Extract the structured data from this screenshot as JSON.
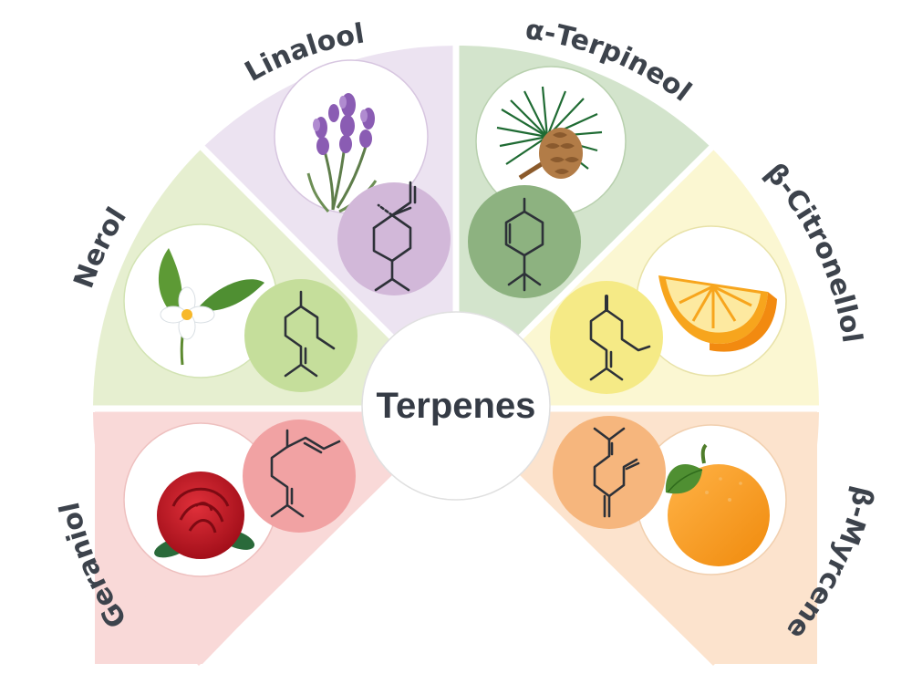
{
  "center_label": "Terpenes",
  "segments": [
    {
      "name": "Linalool",
      "plant": "lavender-icon",
      "sector_color": "#ece3f1",
      "molecule_color": "#d2b8d9",
      "illustration_color": "#8a5cb3"
    },
    {
      "name": "α-Terpineol",
      "plant": "pine-cone-icon",
      "sector_color": "#d3e4cc",
      "molecule_color": "#8db280",
      "illustration_color": "#1f6b33"
    },
    {
      "name": "β-Citronellol",
      "plant": "lemon-slice-icon",
      "sector_color": "#fbf7d2",
      "molecule_color": "#f5ea86",
      "illustration_color": "#f6a21c"
    },
    {
      "name": "β-Myrcene",
      "plant": "orange-icon",
      "sector_color": "#fce3cd",
      "molecule_color": "#f6b67d",
      "illustration_color": "#f5951d"
    },
    {
      "name": "Geraniol",
      "plant": "rose-icon",
      "sector_color": "#f9d9d8",
      "molecule_color": "#f1a2a3",
      "illustration_color": "#c71622"
    },
    {
      "name": "Nerol",
      "plant": "orange-blossom-icon",
      "sector_color": "#e6efd0",
      "molecule_color": "#c5de9b",
      "illustration_color": "#5d8a30"
    }
  ]
}
